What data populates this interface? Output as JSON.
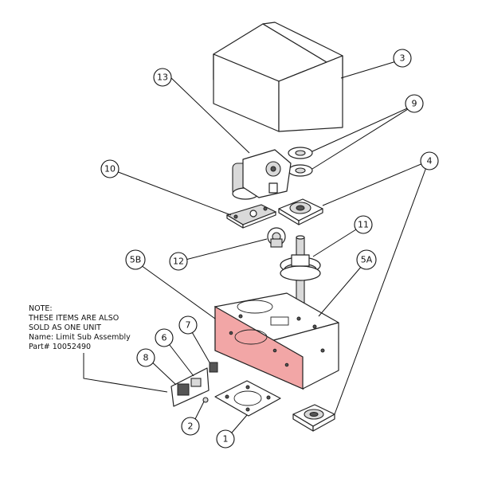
{
  "callouts": {
    "c1": "1",
    "c2": "2",
    "c3": "3",
    "c4": "4",
    "c5a": "5A",
    "c5b": "5B",
    "c6": "6",
    "c7": "7",
    "c8": "8",
    "c9": "9",
    "c10": "10",
    "c11": "11",
    "c12": "12",
    "c13": "13"
  },
  "note": {
    "line1": "NOTE:",
    "line2": "THESE ITEMS ARE ALSO",
    "line3": "SOLD AS ONE UNIT",
    "line4": "Name: Limit Sub Assembly",
    "line5": "Part# 10052490"
  },
  "colors": {
    "highlight": "#f2a6a6",
    "line": "#222222"
  }
}
